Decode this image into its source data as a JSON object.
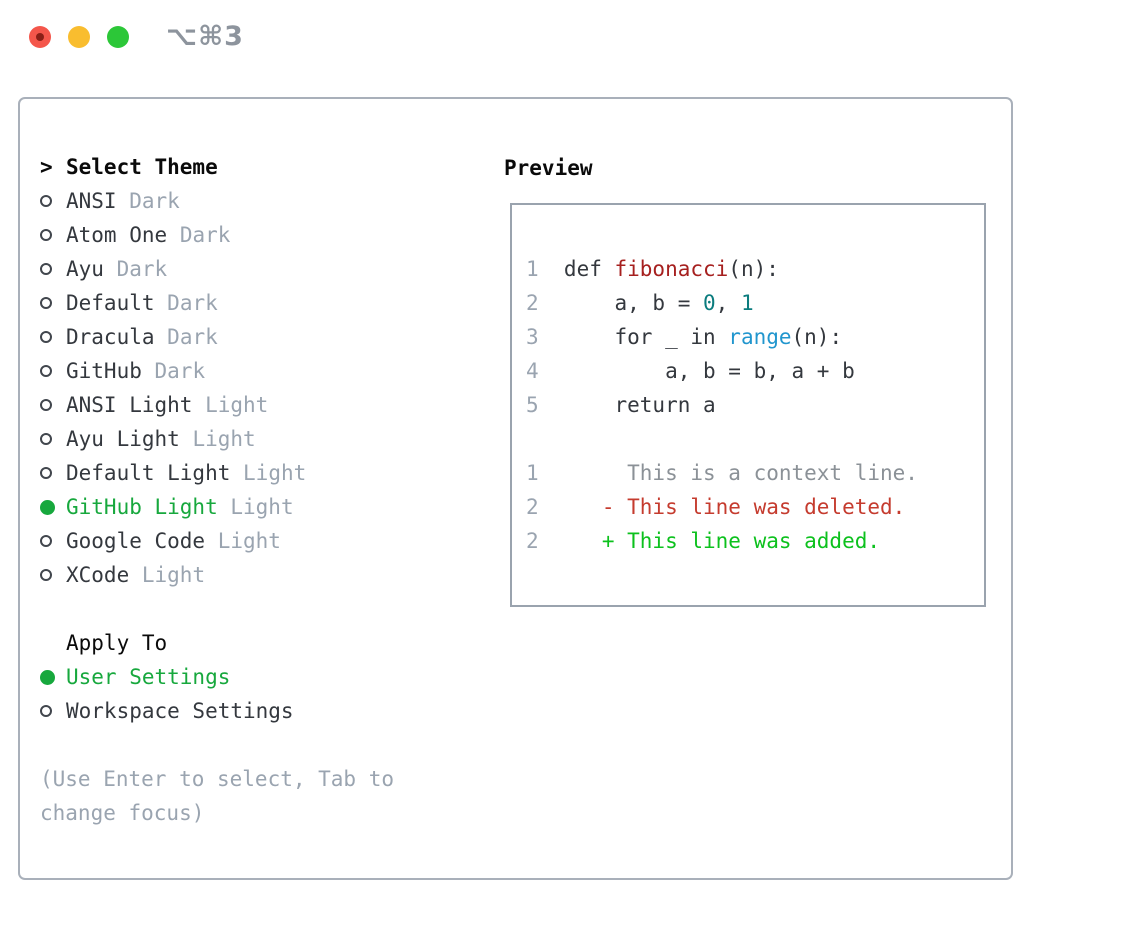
{
  "window": {
    "title": "⌥⌘3",
    "traffic_lights": [
      {
        "name": "close"
      },
      {
        "name": "minimize"
      },
      {
        "name": "zoom"
      }
    ]
  },
  "colors": {
    "accent_green": "#17a83d",
    "added_green": "#0cc11d",
    "deleted_red": "#c53b2e",
    "function_red": "#a6201f",
    "number_teal": "#0b7c7e",
    "builtin_blue": "#2196ce",
    "text_dark": "#34383e",
    "muted_gray": "#9aa4b0",
    "panel_border": "#a9b0ba"
  },
  "theme_panel": {
    "header": "Select Theme",
    "header_prefix": ">",
    "items": [
      {
        "name": "ANSI",
        "variant": "Dark",
        "selected": false
      },
      {
        "name": "Atom One",
        "variant": "Dark",
        "selected": false
      },
      {
        "name": "Ayu",
        "variant": "Dark",
        "selected": false
      },
      {
        "name": "Default",
        "variant": "Dark",
        "selected": false
      },
      {
        "name": "Dracula",
        "variant": "Dark",
        "selected": false
      },
      {
        "name": "GitHub",
        "variant": "Dark",
        "selected": false
      },
      {
        "name": "ANSI Light",
        "variant": "Light",
        "selected": false
      },
      {
        "name": "Ayu Light",
        "variant": "Light",
        "selected": false
      },
      {
        "name": "Default Light",
        "variant": "Light",
        "selected": false
      },
      {
        "name": "GitHub Light",
        "variant": "Light",
        "selected": true
      },
      {
        "name": "Google Code",
        "variant": "Light",
        "selected": false
      },
      {
        "name": "XCode",
        "variant": "Light",
        "selected": false
      }
    ]
  },
  "apply_panel": {
    "header": "Apply To",
    "items": [
      {
        "label": "User Settings",
        "selected": true
      },
      {
        "label": "Workspace Settings",
        "selected": false
      }
    ]
  },
  "hint_lines": [
    "(Use Enter to select, Tab to",
    "change focus)"
  ],
  "preview": {
    "header": "Preview",
    "lines": [
      {
        "num": "1",
        "tokens": [
          {
            "t": "def ",
            "c": "code"
          },
          {
            "t": "fibonacci",
            "c": "func"
          },
          {
            "t": "(n):",
            "c": "code"
          }
        ]
      },
      {
        "num": "2",
        "tokens": [
          {
            "t": "    a, b = ",
            "c": "code"
          },
          {
            "t": "0",
            "c": "num"
          },
          {
            "t": ", ",
            "c": "code"
          },
          {
            "t": "1",
            "c": "num"
          }
        ]
      },
      {
        "num": "3",
        "tokens": [
          {
            "t": "    for _ in ",
            "c": "code"
          },
          {
            "t": "range",
            "c": "builtin"
          },
          {
            "t": "(n):",
            "c": "code"
          }
        ]
      },
      {
        "num": "4",
        "tokens": [
          {
            "t": "        a, b = b, a + b",
            "c": "code"
          }
        ]
      },
      {
        "num": "5",
        "tokens": [
          {
            "t": "    return a",
            "c": "code"
          }
        ]
      },
      {
        "num": "",
        "tokens": []
      },
      {
        "num": "1",
        "tokens": [
          {
            "t": "     This is a context line.",
            "c": "context"
          }
        ]
      },
      {
        "num": "2",
        "tokens": [
          {
            "t": "   - This line was deleted.",
            "c": "deleted"
          }
        ]
      },
      {
        "num": "2",
        "tokens": [
          {
            "t": "   + This line was added.",
            "c": "added"
          }
        ]
      }
    ]
  }
}
